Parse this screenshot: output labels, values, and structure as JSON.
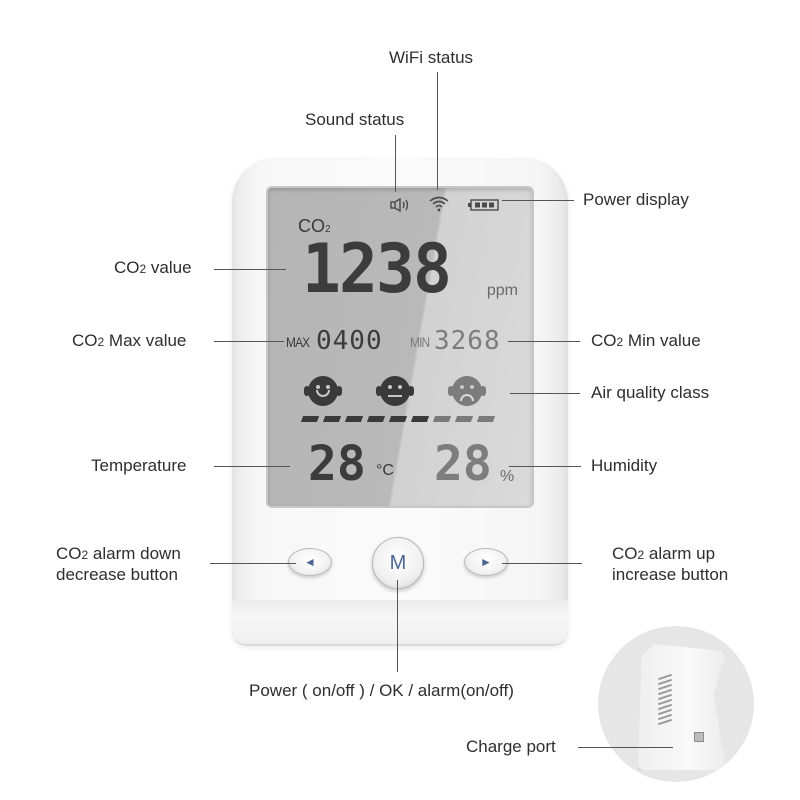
{
  "device": {
    "screen": {
      "co2_label": "CO",
      "co2_label_sub": "2",
      "co2_value": "1238",
      "co2_unit": "ppm",
      "max_tag": "MAX",
      "max_value": "0400",
      "min_tag": "MIN",
      "min_value": "3268",
      "air_quality_faces": [
        "happy",
        "neutral",
        "sad"
      ],
      "air_quality_bar": {
        "segments_total": 9,
        "segments_active": 6
      },
      "temperature_value": "28",
      "temperature_unit": "°C",
      "humidity_value": "28",
      "humidity_unit": "%",
      "status_icons": [
        "speaker-icon",
        "wifi-icon",
        "battery-icon"
      ]
    },
    "buttons": {
      "left_symbol": "◄",
      "m_label": "M",
      "right_symbol": "►"
    }
  },
  "callouts": {
    "wifi_status": "WiFi status",
    "sound_status": "Sound status",
    "power_display": "Power display",
    "co2_value": {
      "main": "CO",
      "sub": "2",
      "rest": " value"
    },
    "co2_max_value": {
      "main": "CO",
      "sub": "2",
      "rest": " Max value"
    },
    "co2_min_value": {
      "main": "CO",
      "sub": "2",
      "rest": " Min value"
    },
    "air_quality_class": "Air quality class",
    "temperature": "Temperature",
    "humidity": "Humidity",
    "alarm_down": {
      "main": "CO",
      "sub": "2",
      "rest": " alarm down",
      "line2": "decrease button"
    },
    "alarm_up": {
      "main": "CO",
      "sub": "2",
      "rest": " alarm up",
      "line2": "increase button"
    },
    "m_button": "Power ( on/off ) / OK / alarm(on/off)",
    "charge_port": "Charge port"
  },
  "colors": {
    "button_glyph": "#4b6593",
    "lcd_active": "#3a3a3a",
    "lcd_dim": "#7a7a7a",
    "callout_line": "#555555"
  }
}
